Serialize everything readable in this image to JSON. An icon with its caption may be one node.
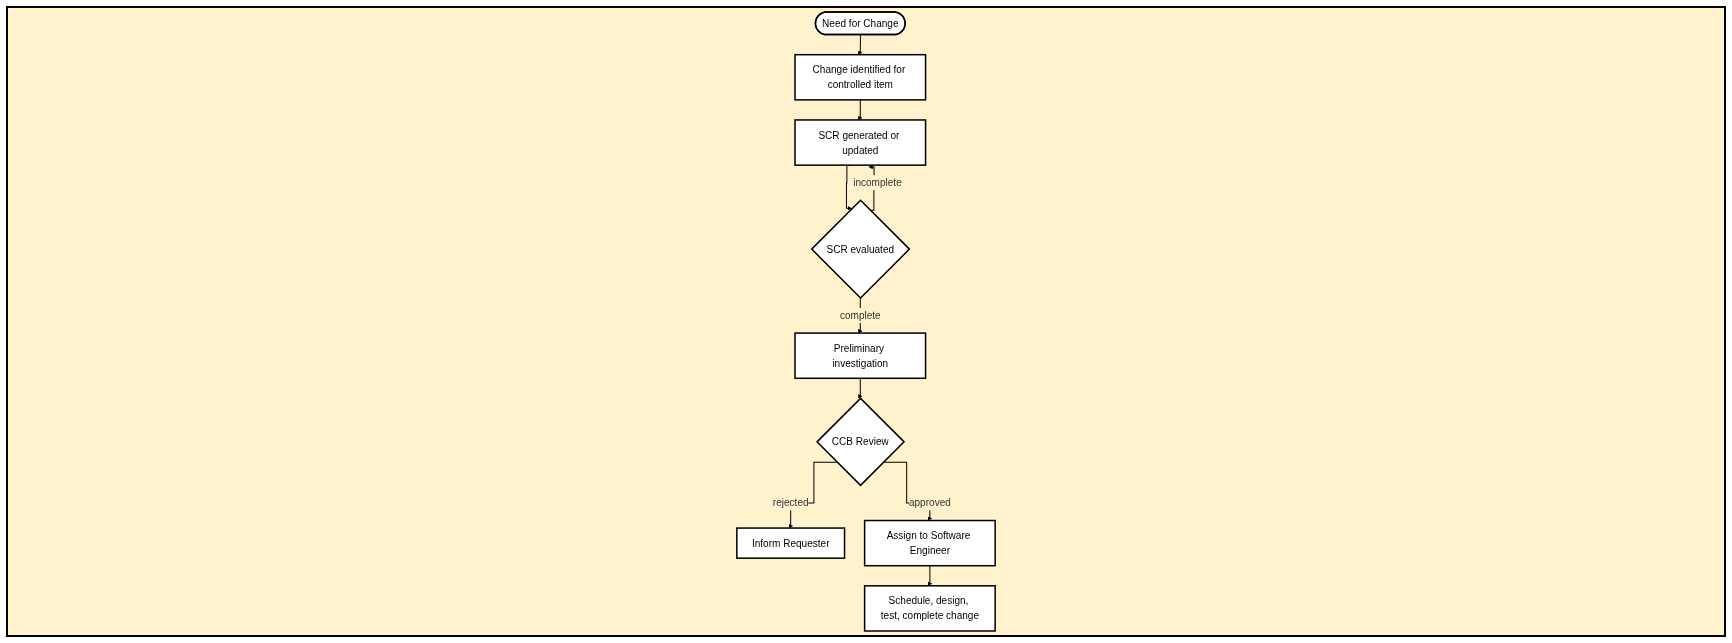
{
  "diagram": {
    "nodes": [
      {
        "text": [
          "Need for Change"
        ]
      },
      {
        "text": [
          "Change identified for controlled item"
        ]
      },
      {
        "text": [
          "SCR generated or updated"
        ]
      },
      {
        "text": [
          "SCR evaluated"
        ]
      },
      {
        "text": [
          "Preliminary investigation"
        ]
      },
      {
        "text": [
          "CCB Review"
        ]
      },
      {
        "text": [
          "Inform Requester"
        ]
      },
      {
        "text": [
          "Assign to Software Engineer"
        ]
      },
      {
        "text": [
          "Schedule, design, test, complete change"
        ]
      }
    ],
    "edges": [
      {
        "from": 0,
        "to": 1,
        "arrow": "to"
      },
      {
        "from": 1,
        "to": 2,
        "arrow": "to"
      },
      {
        "from": 2,
        "to": 3,
        "arrow": "to"
      },
      {
        "from": 3,
        "to": 2,
        "arrow": "to",
        "label": "incomplete"
      },
      {
        "from": 3,
        "to": 4,
        "arrow": "to",
        "label": "complete"
      },
      {
        "from": 4,
        "to": 5,
        "arrow": "to"
      },
      {
        "from": 5,
        "to": 6,
        "arrow": "to",
        "label": "rejected"
      },
      {
        "from": 5,
        "to": 7,
        "arrow": "to",
        "label": "approved"
      },
      {
        "from": 7,
        "to": 8,
        "arrow": "to"
      }
    ]
  }
}
